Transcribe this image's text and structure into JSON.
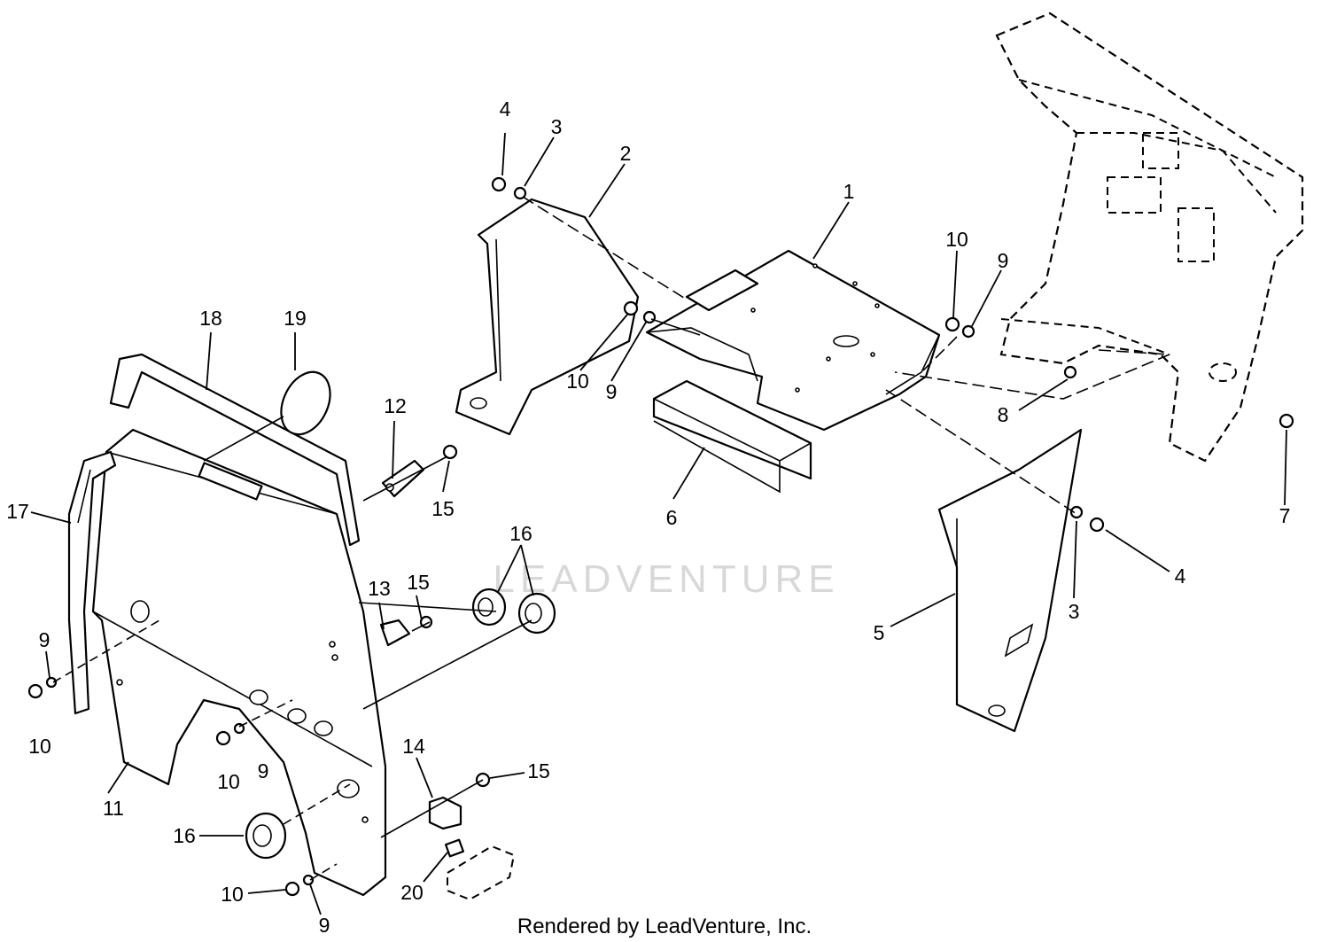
{
  "diagram": {
    "watermark": "LEADVENTURE",
    "credit": "Rendered by LeadVenture, Inc.",
    "callouts": [
      {
        "id": "c1",
        "text": "1"
      },
      {
        "id": "c2",
        "text": "2"
      },
      {
        "id": "c3a",
        "text": "3"
      },
      {
        "id": "c4a",
        "text": "4"
      },
      {
        "id": "c10a",
        "text": "10"
      },
      {
        "id": "c9a",
        "text": "9"
      },
      {
        "id": "c10b",
        "text": "10"
      },
      {
        "id": "c9b",
        "text": "9"
      },
      {
        "id": "c8",
        "text": "8"
      },
      {
        "id": "c7",
        "text": "7"
      },
      {
        "id": "c6",
        "text": "6"
      },
      {
        "id": "c5",
        "text": "5"
      },
      {
        "id": "c3b",
        "text": "3"
      },
      {
        "id": "c4b",
        "text": "4"
      },
      {
        "id": "c18",
        "text": "18"
      },
      {
        "id": "c19",
        "text": "19"
      },
      {
        "id": "c12",
        "text": "12"
      },
      {
        "id": "c15a",
        "text": "15"
      },
      {
        "id": "c17",
        "text": "17"
      },
      {
        "id": "c16a",
        "text": "16"
      },
      {
        "id": "c13",
        "text": "13"
      },
      {
        "id": "c15b",
        "text": "15"
      },
      {
        "id": "c9c",
        "text": "9"
      },
      {
        "id": "c10c",
        "text": "10"
      },
      {
        "id": "c10d",
        "text": "10"
      },
      {
        "id": "c9d",
        "text": "9"
      },
      {
        "id": "c11",
        "text": "11"
      },
      {
        "id": "c14",
        "text": "14"
      },
      {
        "id": "c15c",
        "text": "15"
      },
      {
        "id": "c16b",
        "text": "16"
      },
      {
        "id": "c20",
        "text": "20"
      },
      {
        "id": "c10e",
        "text": "10"
      },
      {
        "id": "c9e",
        "text": "9"
      }
    ]
  }
}
